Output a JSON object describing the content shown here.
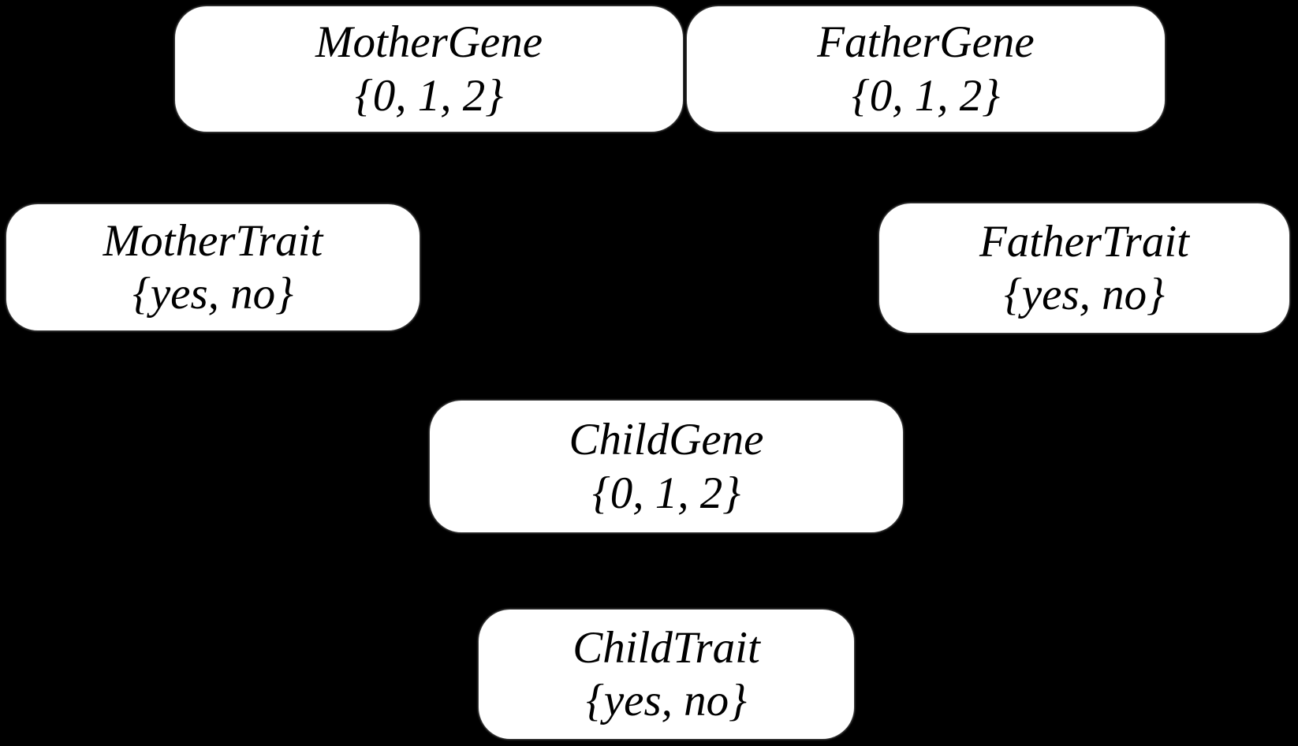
{
  "diagram": {
    "description": "Bayesian network of gene inheritance with six nodes on a black background",
    "colors": {
      "background": "#000000",
      "node_fill": "#ffffff",
      "node_text": "#000000"
    },
    "nodes": [
      {
        "id": "mother-gene",
        "label": "MotherGene",
        "domain": "{0, 1, 2}"
      },
      {
        "id": "father-gene",
        "label": "FatherGene",
        "domain": "{0, 1, 2}"
      },
      {
        "id": "mother-trait",
        "label": "MotherTrait",
        "domain": "{yes, no}"
      },
      {
        "id": "father-trait",
        "label": "FatherTrait",
        "domain": "{yes, no}"
      },
      {
        "id": "child-gene",
        "label": "ChildGene",
        "domain": "{0, 1, 2}"
      },
      {
        "id": "child-trait",
        "label": "ChildTrait",
        "domain": "{yes, no}"
      }
    ]
  }
}
